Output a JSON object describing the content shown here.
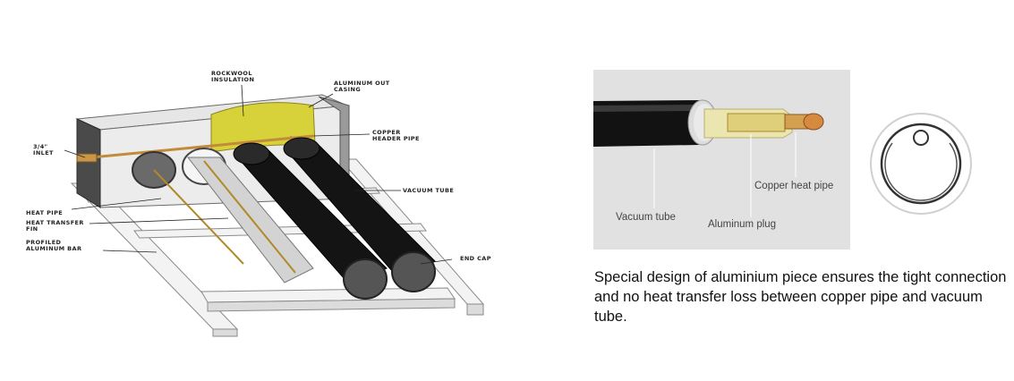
{
  "diagram": {
    "labels": {
      "rockwool_1": "ROCKWOOL",
      "rockwool_2": "INSULATION",
      "aluminum_out_1": "ALUMINUM OUT",
      "aluminum_out_2": "CASING",
      "copper_header_1": "COPPER",
      "copper_header_2": "HEADER PIPE",
      "inlet_1": "3/4\"",
      "inlet_2": "INLET",
      "vacuum_tube": "VACUUM TUBE",
      "heat_pipe": "HEAT PIPE",
      "heat_transfer_1": "HEAT TRANSFER",
      "heat_transfer_2": "FIN",
      "profiled_1": "PROFILED",
      "profiled_2": "ALUMINUM BAR",
      "end_cap": "END CAP"
    }
  },
  "photo": {
    "copper_heat_pipe": "Copper heat pipe",
    "vacuum_tube": "Vacuum tube",
    "aluminum_plug": "Aluminum plug"
  },
  "caption": "Special design of aluminium piece ensures the tight connection and no heat transfer loss between copper pipe and vacuum tube.",
  "colors": {
    "photo_background": "#e1e1e1",
    "insulation_yellow": "#d8d23a",
    "copper": "#c28a3a",
    "vacuum_tube_black": "#111111"
  }
}
